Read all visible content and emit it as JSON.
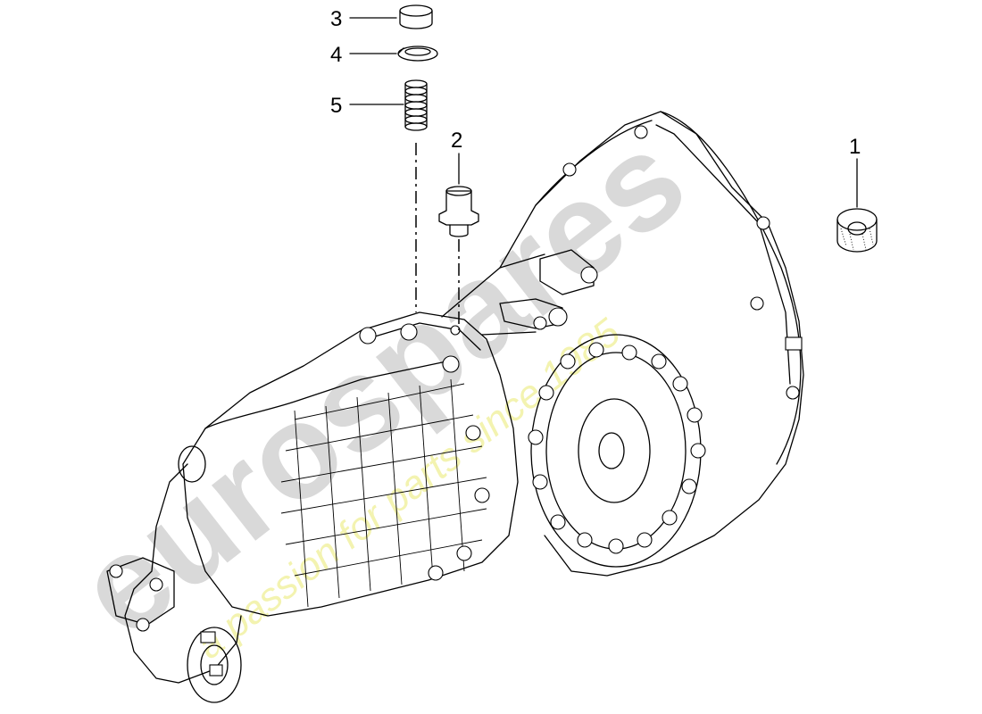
{
  "watermark": {
    "brand": "eurospares",
    "tagline": "a passion for parts since 1985"
  },
  "callouts": [
    {
      "id": "1",
      "label": "1"
    },
    {
      "id": "2",
      "label": "2"
    },
    {
      "id": "3",
      "label": "3"
    },
    {
      "id": "4",
      "label": "4"
    },
    {
      "id": "5",
      "label": "5"
    }
  ],
  "colors": {
    "line": "#000000",
    "background": "#ffffff",
    "watermark_grey": "#d9d9d9",
    "watermark_yellow": "#f3f3b0"
  }
}
